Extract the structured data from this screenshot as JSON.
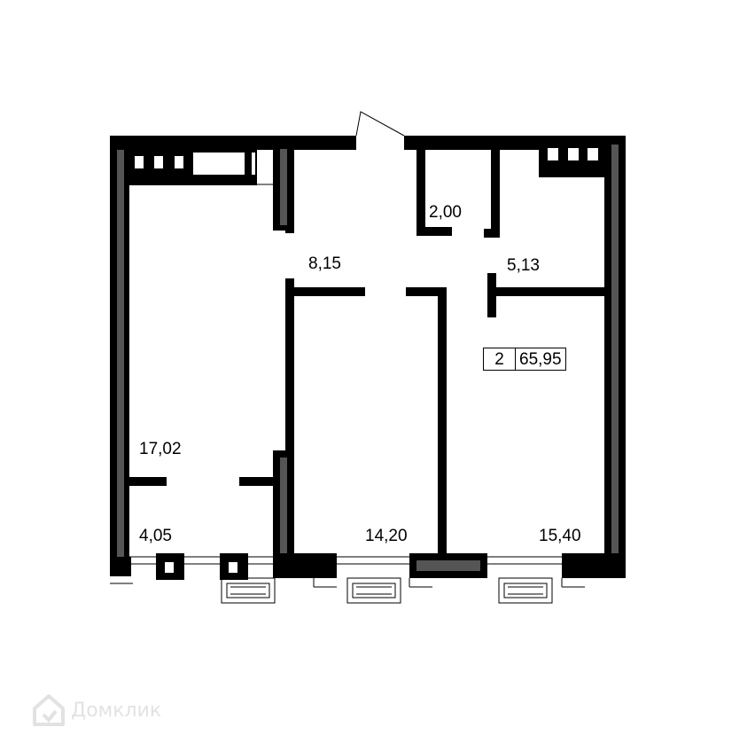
{
  "rooms": {
    "hall": "8,15",
    "storage": "2,00",
    "bathroom": "5,13",
    "living": "17,02",
    "loggia": "4,05",
    "bedroom": "14,20",
    "kitchen": "15,40"
  },
  "summary": {
    "rooms_count": "2",
    "total_area": "65,95"
  },
  "watermark": {
    "text": "Домклик",
    "icon": "house-logo-icon"
  }
}
